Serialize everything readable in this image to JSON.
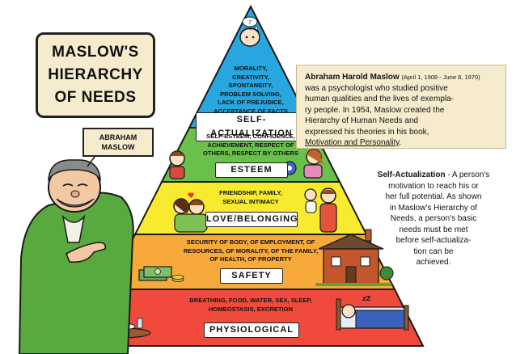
{
  "title": {
    "line1": "MASLOW'S",
    "line2": "HIERARCHY",
    "line3": "OF NEEDS"
  },
  "name_tag": {
    "line1": "ABRAHAM",
    "line2": "MASLOW"
  },
  "tiers": [
    {
      "label": "SELF-ACTUALIZATION",
      "color": "#27a6df",
      "desc": [
        "MORALITY,",
        "CREATIVITY,",
        "SPONTANEITY,",
        "PROBLEM SOLVING,",
        "LACK OF PREJUDICE,",
        "ACCEPTANCE OF FACTS"
      ]
    },
    {
      "label": "ESTEEM",
      "color": "#69c04b",
      "desc": [
        "SELF-ESTEEM, CONFIDENCE,",
        "ACHIEVEMENT, RESPECT OF",
        "OTHERS, RESPECT BY OTHERS"
      ]
    },
    {
      "label": "LOVE/BELONGING",
      "color": "#f8ea2e",
      "desc": [
        "FRIENDSHIP, FAMILY,",
        "SEXUAL INTIMACY"
      ]
    },
    {
      "label": "SAFETY",
      "color": "#f7a93a",
      "desc": [
        "SECURITY OF BODY, OF EMPLOYMENT, OF",
        "RESOURCES, OF MORALITY, OF THE FAMILY,",
        "OF HEALTH, OF PROPERTY"
      ]
    },
    {
      "label": "PHYSIOLOGICAL",
      "color": "#ef4a3c",
      "desc": [
        "BREATHING, FOOD, WATER, SEX, SLEEP,",
        "HOMEOSTASIS, EXCRETION"
      ]
    }
  ],
  "bio": {
    "name": "Abraham Harold Maslow",
    "dates": "(April 1, 1908 - June 8, 1970)",
    "lines": [
      "was a psychologist who studied positive",
      "human qualities and the lives of exempla-",
      "ry people. In 1954, Maslow created the",
      "Hierarchy of Human Needs and",
      "expressed his theories in his book,"
    ],
    "book": "Motivation and Personality",
    "book_end": "."
  },
  "self_actualization_note": {
    "term": "Self-Actualization",
    "first": "- A person's",
    "lines": [
      "motivation to reach his or",
      "her full potential. As shown",
      "in Maslow's Hierarchy of",
      "Needs, a person's basic",
      "needs must be met",
      "before self-actualiza-",
      "tion can be",
      "achieved."
    ]
  },
  "colors": {
    "outline": "#1a1a1a",
    "cream": "#f6eccd",
    "sky_blue": "#27a6df"
  }
}
